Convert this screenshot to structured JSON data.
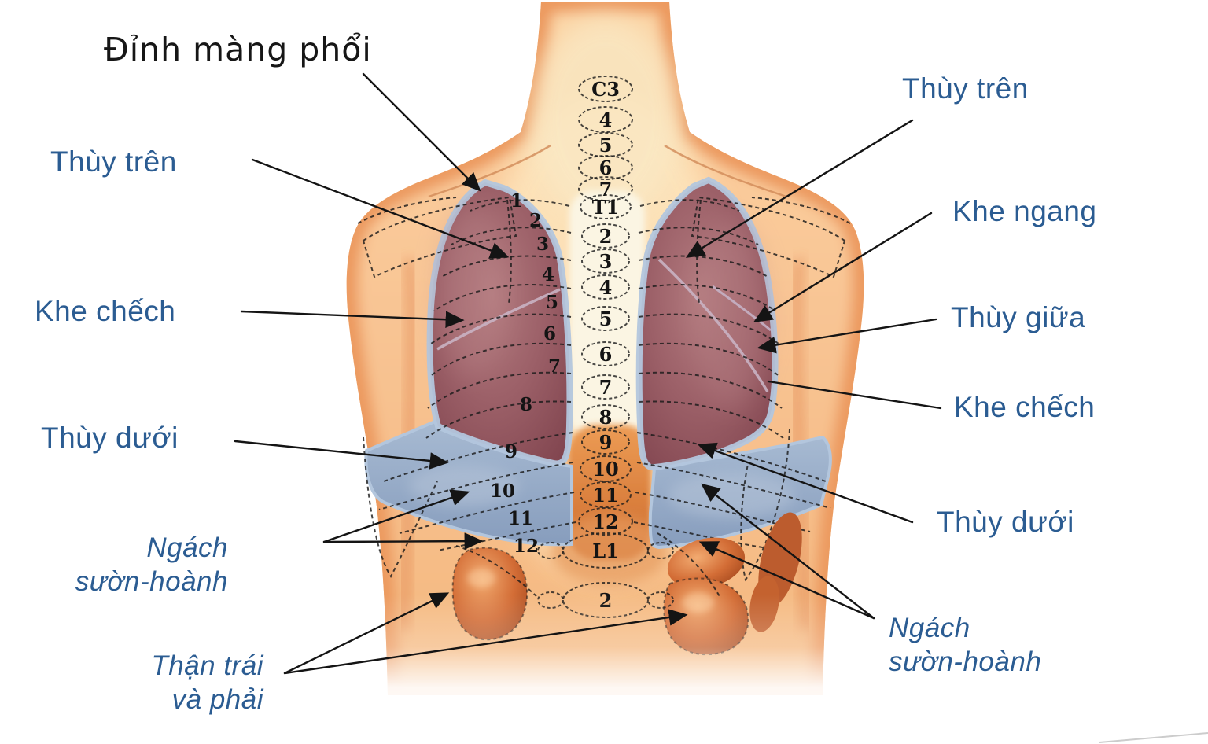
{
  "annotations": {
    "apex_pleura": {
      "text": "Đỉnh màng phổi"
    },
    "upper_lobe_left": {
      "text": "Thùy trên"
    },
    "oblique_fissure_left": {
      "text": "Khe chếch"
    },
    "lower_lobe_left": {
      "text": "Thùy dưới"
    },
    "costodiaphragmatic_recess_left": {
      "text": "Ngách\nsườn-hoành"
    },
    "kidneys": {
      "text": "Thận trái\nvà phải"
    },
    "upper_lobe_right": {
      "text": "Thùy trên"
    },
    "horizontal_fissure_right": {
      "text": "Khe ngang"
    },
    "middle_lobe_right": {
      "text": "Thùy giữa"
    },
    "oblique_fissure_right": {
      "text": "Khe chếch"
    },
    "lower_lobe_right": {
      "text": "Thùy dưới"
    },
    "costodiaphragmatic_recess_right": {
      "text": "Ngách\nsườn-hoành"
    }
  },
  "spine": {
    "labels": [
      "C3",
      "4",
      "5",
      "6",
      "7",
      "T1",
      "2",
      "3",
      "4",
      "5",
      "6",
      "7",
      "8",
      "9",
      "10",
      "11",
      "12",
      "L1",
      "2"
    ]
  },
  "ribs": {
    "numbers": [
      "1",
      "2",
      "3",
      "4",
      "5",
      "6",
      "7",
      "8",
      "9",
      "10",
      "11",
      "12"
    ]
  },
  "colors": {
    "label_blue": "#2b5c92",
    "label_black": "#161616",
    "skin": "#f8c795",
    "lung": "#9c6068",
    "pleura_blue": "#b3c6dd",
    "recess_blue": "#93a9c6",
    "kidney_orange": "#c9622f",
    "spine_orange": "#d9793a",
    "outline_black": "#141414"
  }
}
